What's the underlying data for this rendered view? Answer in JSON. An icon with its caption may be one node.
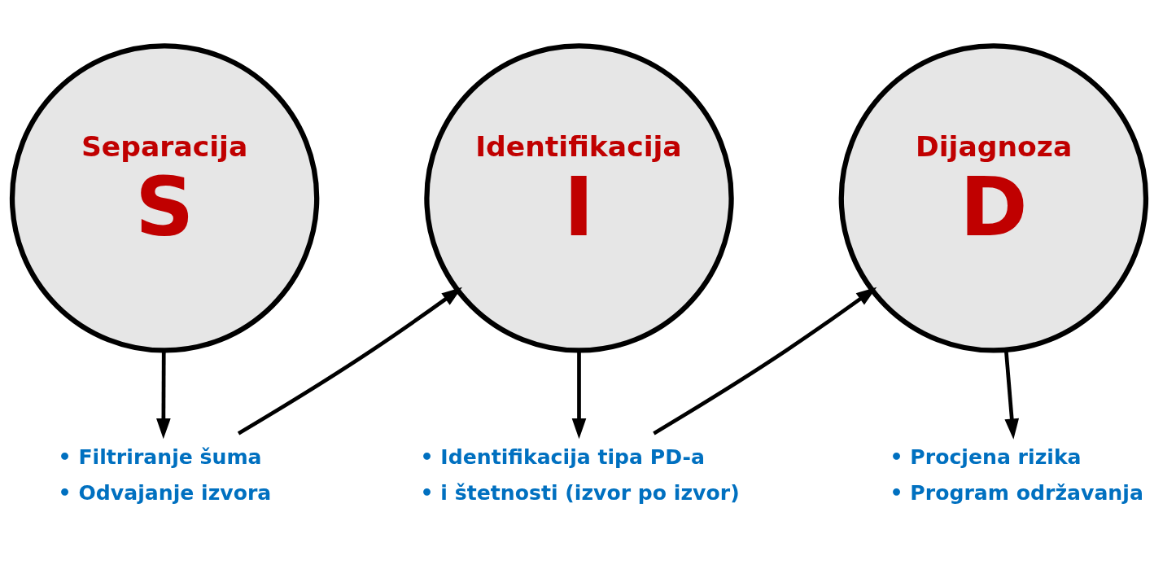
{
  "diagram": {
    "nodes": [
      {
        "text": [
          "Separacija",
          "S"
        ]
      },
      {
        "text": [
          "• Filtriranje šuma",
          "• Odvajanje izvora"
        ]
      },
      {
        "text": [
          "Identifikacija",
          "I"
        ]
      },
      {
        "text": [
          "• Identifikacija tipa PD-a",
          "• i štetnosti (izvor po izvor)"
        ]
      },
      {
        "text": [
          "Dijagnoza",
          "D"
        ]
      },
      {
        "text": [
          "• Procjena rizika",
          "• Program održavanja"
        ]
      }
    ],
    "edges": [
      {
        "from": 0,
        "to": 1,
        "arrow": "to"
      },
      {
        "from": 1,
        "to": 2,
        "arrow": "to"
      },
      {
        "from": 2,
        "to": 3,
        "arrow": "to"
      },
      {
        "from": 3,
        "to": 4,
        "arrow": "to"
      },
      {
        "from": 4,
        "to": 5,
        "arrow": "to"
      }
    ]
  }
}
